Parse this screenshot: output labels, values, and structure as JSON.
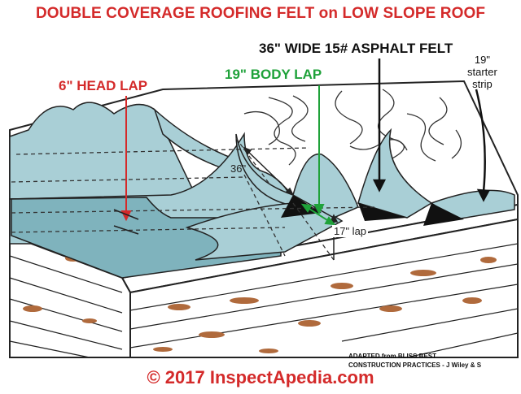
{
  "title": "DOUBLE COVERAGE ROOFING FELT on LOW SLOPE ROOF",
  "labels": {
    "felt_width": "36\" WIDE 15# ASPHALT FELT",
    "starter_line1": "19\"",
    "starter_line2": "starter",
    "starter_line3": "strip",
    "head_lap": "6\" HEAD LAP",
    "body_lap": "19\" BODY LAP",
    "dim_36": "36\"",
    "dim_17": "17\" lap"
  },
  "credit": {
    "line1": "ADAPTED from BLISS BEST",
    "line2": "CONSTRUCTION PRACTICES - J Wiley & S"
  },
  "copyright": "© 2017 InspectApedia.com",
  "colors": {
    "felt": "#a9cfd6",
    "felt_dark": "#7fb3bd",
    "title_red": "#d42a2a",
    "label_green": "#1fa23a",
    "exposed_black": "#111111",
    "wood_mark": "#b06a3c"
  }
}
